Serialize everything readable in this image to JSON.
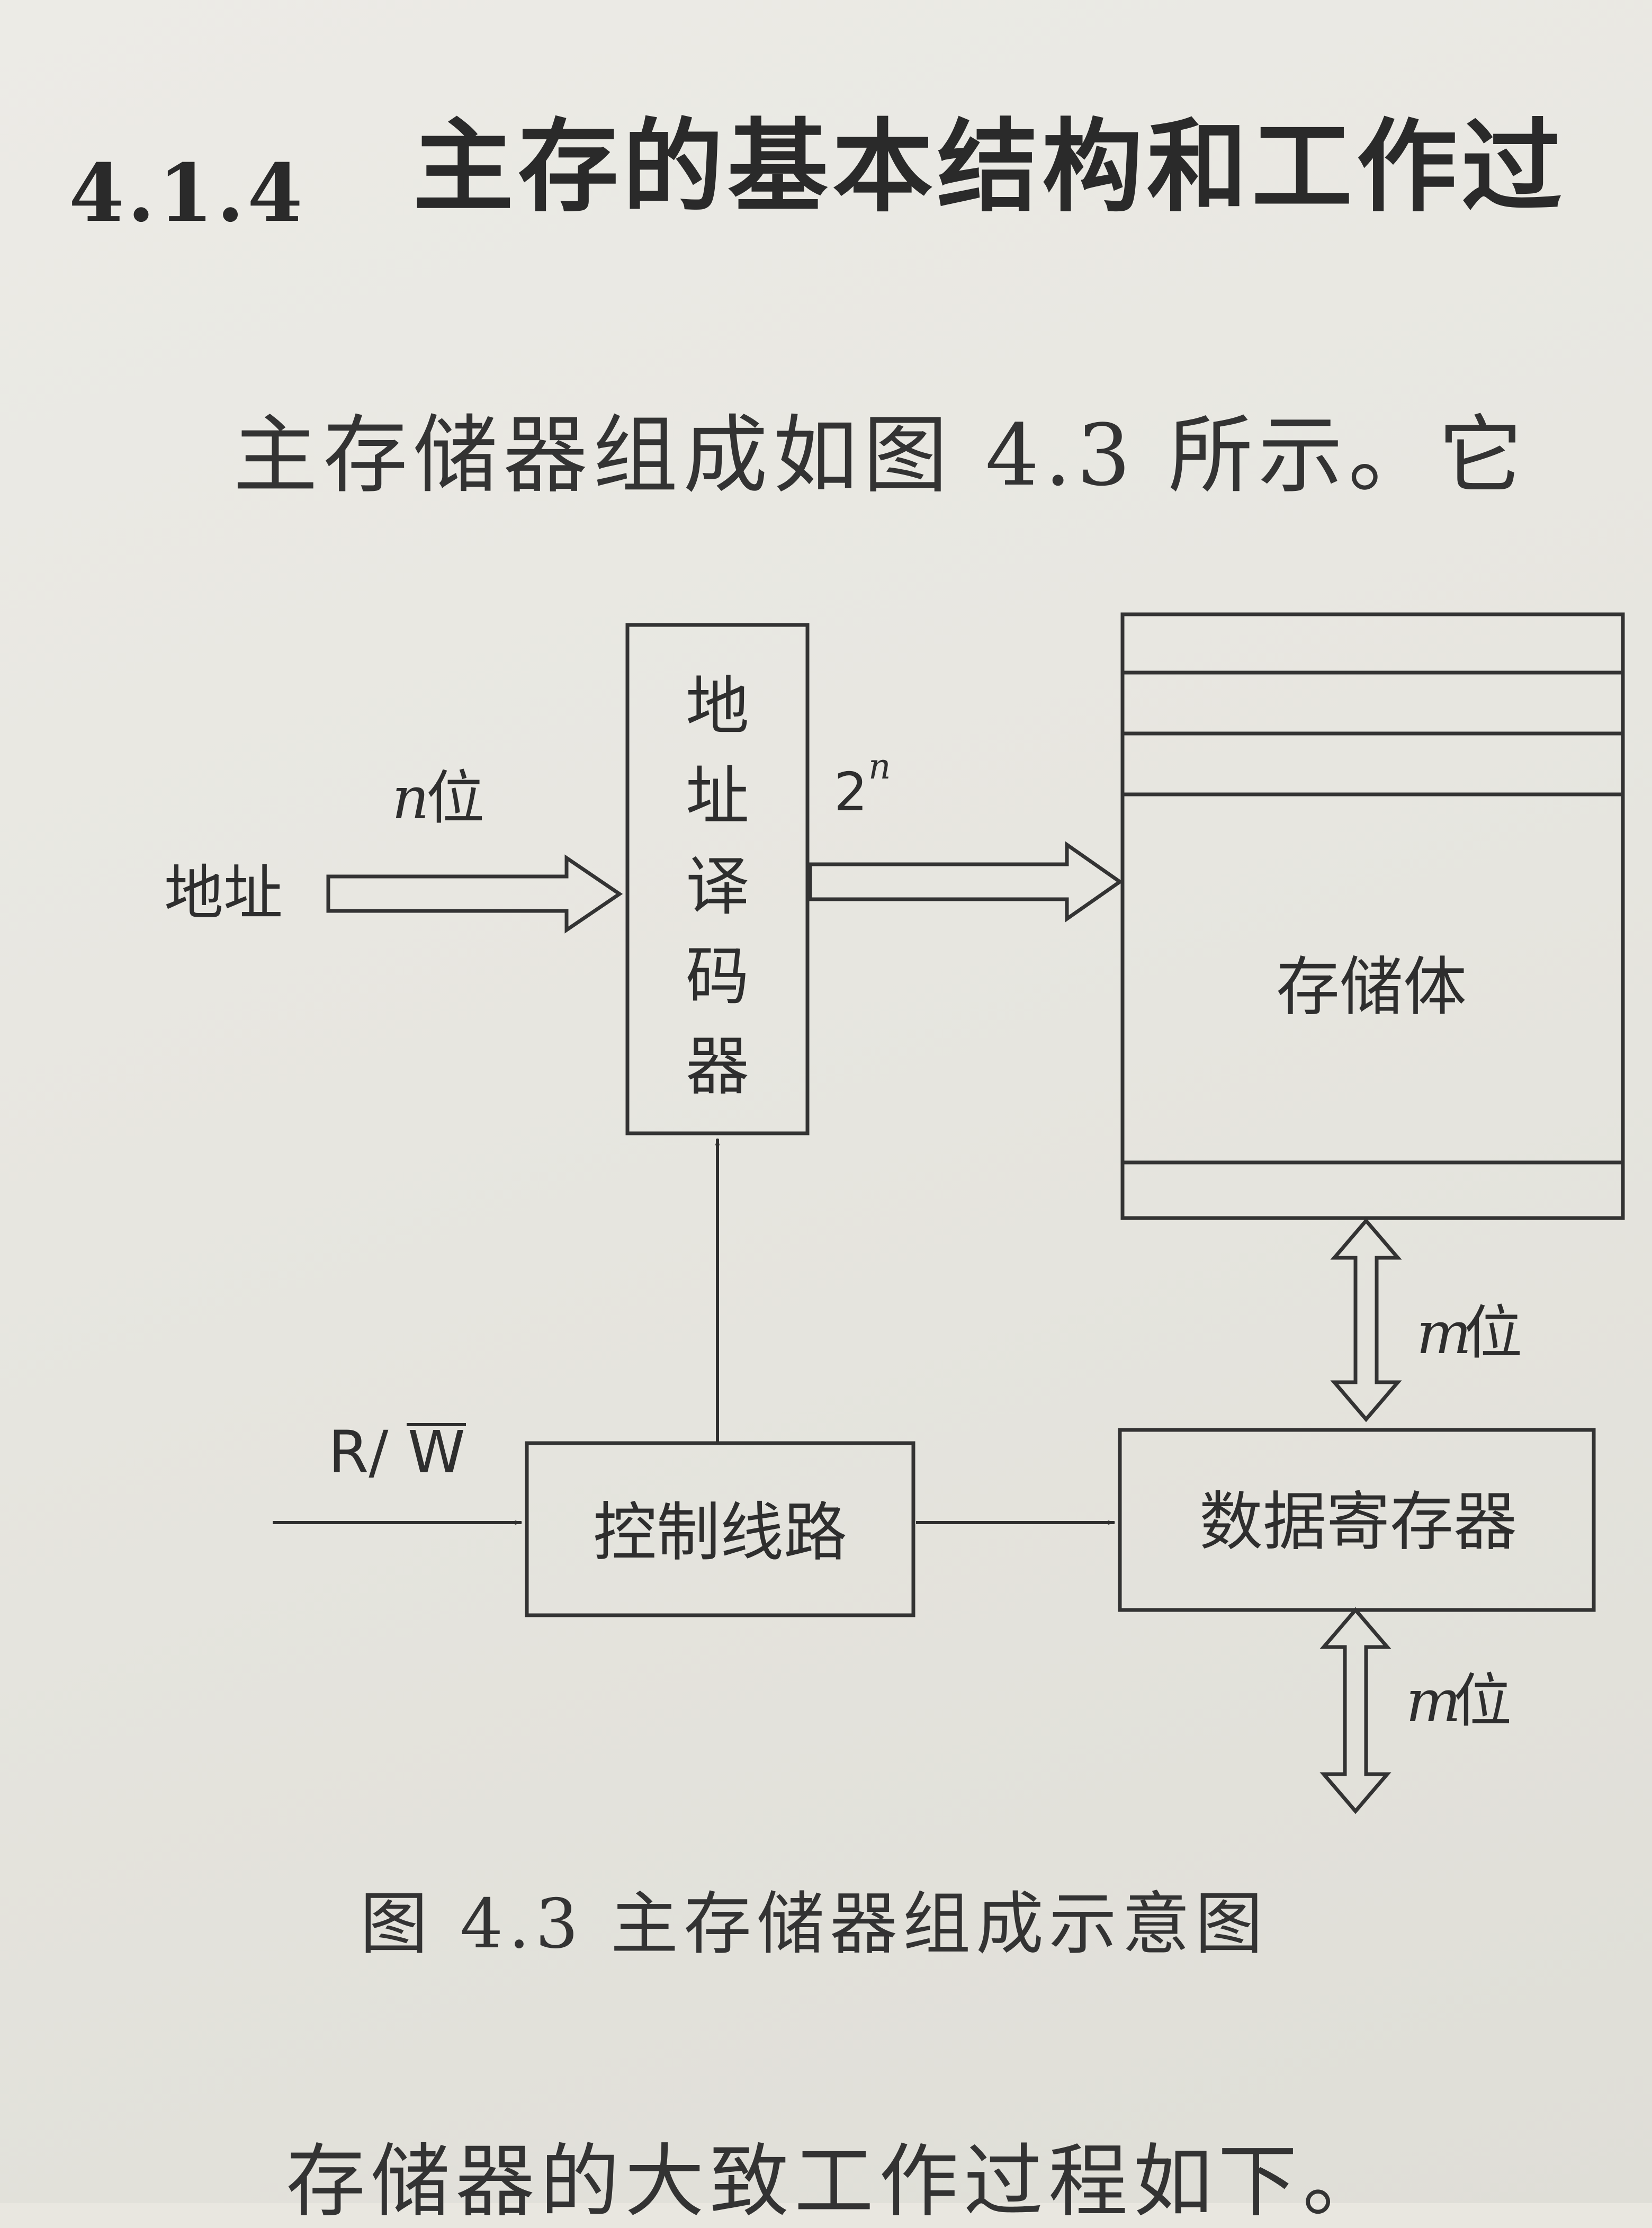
{
  "heading": {
    "number": "4.1.4",
    "title": "主存的基本结构和工作过"
  },
  "intro": "主存储器组成如图 4.3 所示。它",
  "diagram": {
    "address_input_label": "地址",
    "address_width_var": "n",
    "address_width_unit": "位",
    "decoder_label_chars": [
      "地",
      "址",
      "译",
      "码",
      "器"
    ],
    "decoder_output_base": "2",
    "decoder_output_exp": "n",
    "memory_array_label": "存储体",
    "data_width_var": "m",
    "data_width_unit": "位",
    "control_signal_r": "R/",
    "control_signal_w": "W",
    "control_circuit_label": "控制线路",
    "data_register_label": "数据寄存器"
  },
  "caption": "图 4.3   主存储器组成示意图",
  "footer_text": "存储器的大致工作过程如下。"
}
